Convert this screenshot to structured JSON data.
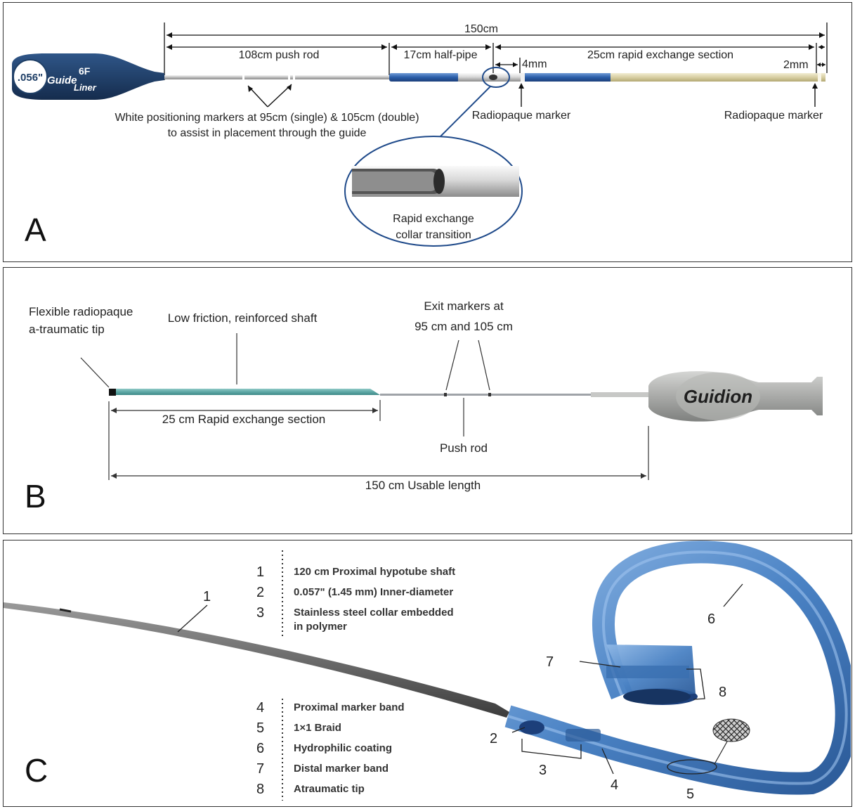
{
  "panel_a": {
    "letter": "A",
    "total_length": "150cm",
    "push_rod": "108cm push rod",
    "half_pipe": "17cm half-pipe",
    "rapid_exchange": "25cm rapid exchange section",
    "dim_4mm": "4mm",
    "dim_2mm": "2mm",
    "radiopaque_marker_1": "Radiopaque marker",
    "radiopaque_marker_2": "Radiopaque marker",
    "white_markers_line1": "White positioning markers at 95cm (single) & 105cm (double)",
    "white_markers_line2": "to assist in placement through the guide",
    "collar_line1": "Rapid exchange",
    "collar_line2": "collar transition",
    "handle_size": ".056\"",
    "handle_brand_1": "Guide",
    "handle_brand_2": "Liner",
    "handle_french": "6F",
    "colors": {
      "handle": "#1f3f66",
      "blue_section": "#2a5ea8",
      "gold_section": "#d8cfa3"
    }
  },
  "panel_b": {
    "letter": "B",
    "tip_line1": "Flexible radiopaque",
    "tip_line2": "a-traumatic tip",
    "shaft": "Low friction, reinforced shaft",
    "exit_line1": "Exit markers at",
    "exit_line2": "95 cm and 105 cm",
    "rx_section": "25 cm Rapid exchange section",
    "push_rod": "Push rod",
    "usable_length": "150 cm Usable length",
    "handle_brand": "Guidion",
    "colors": {
      "shaft": "#5fa8a6",
      "handle": "#a9aaa8"
    }
  },
  "panel_c": {
    "letter": "C",
    "legend_top": [
      {
        "num": "1",
        "text": "120 cm Proximal hypotube shaft"
      },
      {
        "num": "2",
        "text": "0.057\" (1.45 mm) Inner-diameter"
      },
      {
        "num": "3",
        "text": "Stainless steel collar embedded",
        "text2": "in polymer"
      }
    ],
    "legend_bottom": [
      {
        "num": "4",
        "text": "Proximal marker band"
      },
      {
        "num": "5",
        "text": "1×1 Braid"
      },
      {
        "num": "6",
        "text": "Hydrophilic coating"
      },
      {
        "num": "7",
        "text": "Distal marker band"
      },
      {
        "num": "8",
        "text": "Atraumatic tip"
      }
    ],
    "callouts": [
      "1",
      "2",
      "3",
      "4",
      "5",
      "6",
      "7",
      "8"
    ],
    "colors": {
      "catheter": "#4a82c4",
      "shaft": "#6b6b6b"
    }
  }
}
